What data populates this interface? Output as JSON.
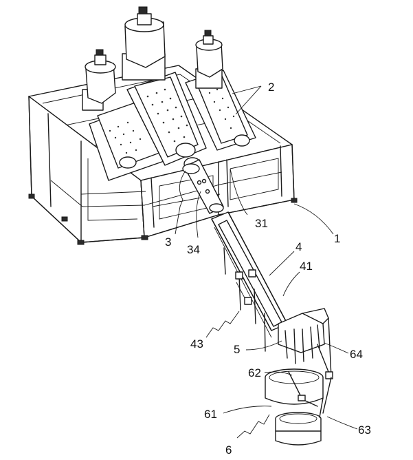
{
  "figure": {
    "labels": {
      "l1": "1",
      "l2": "2",
      "l3": "3",
      "l31": "31",
      "l34": "34",
      "l4": "4",
      "l41": "41",
      "l43": "43",
      "l5": "5",
      "l6": "6",
      "l61": "61",
      "l62": "62",
      "l63": "63",
      "l64": "64"
    }
  }
}
